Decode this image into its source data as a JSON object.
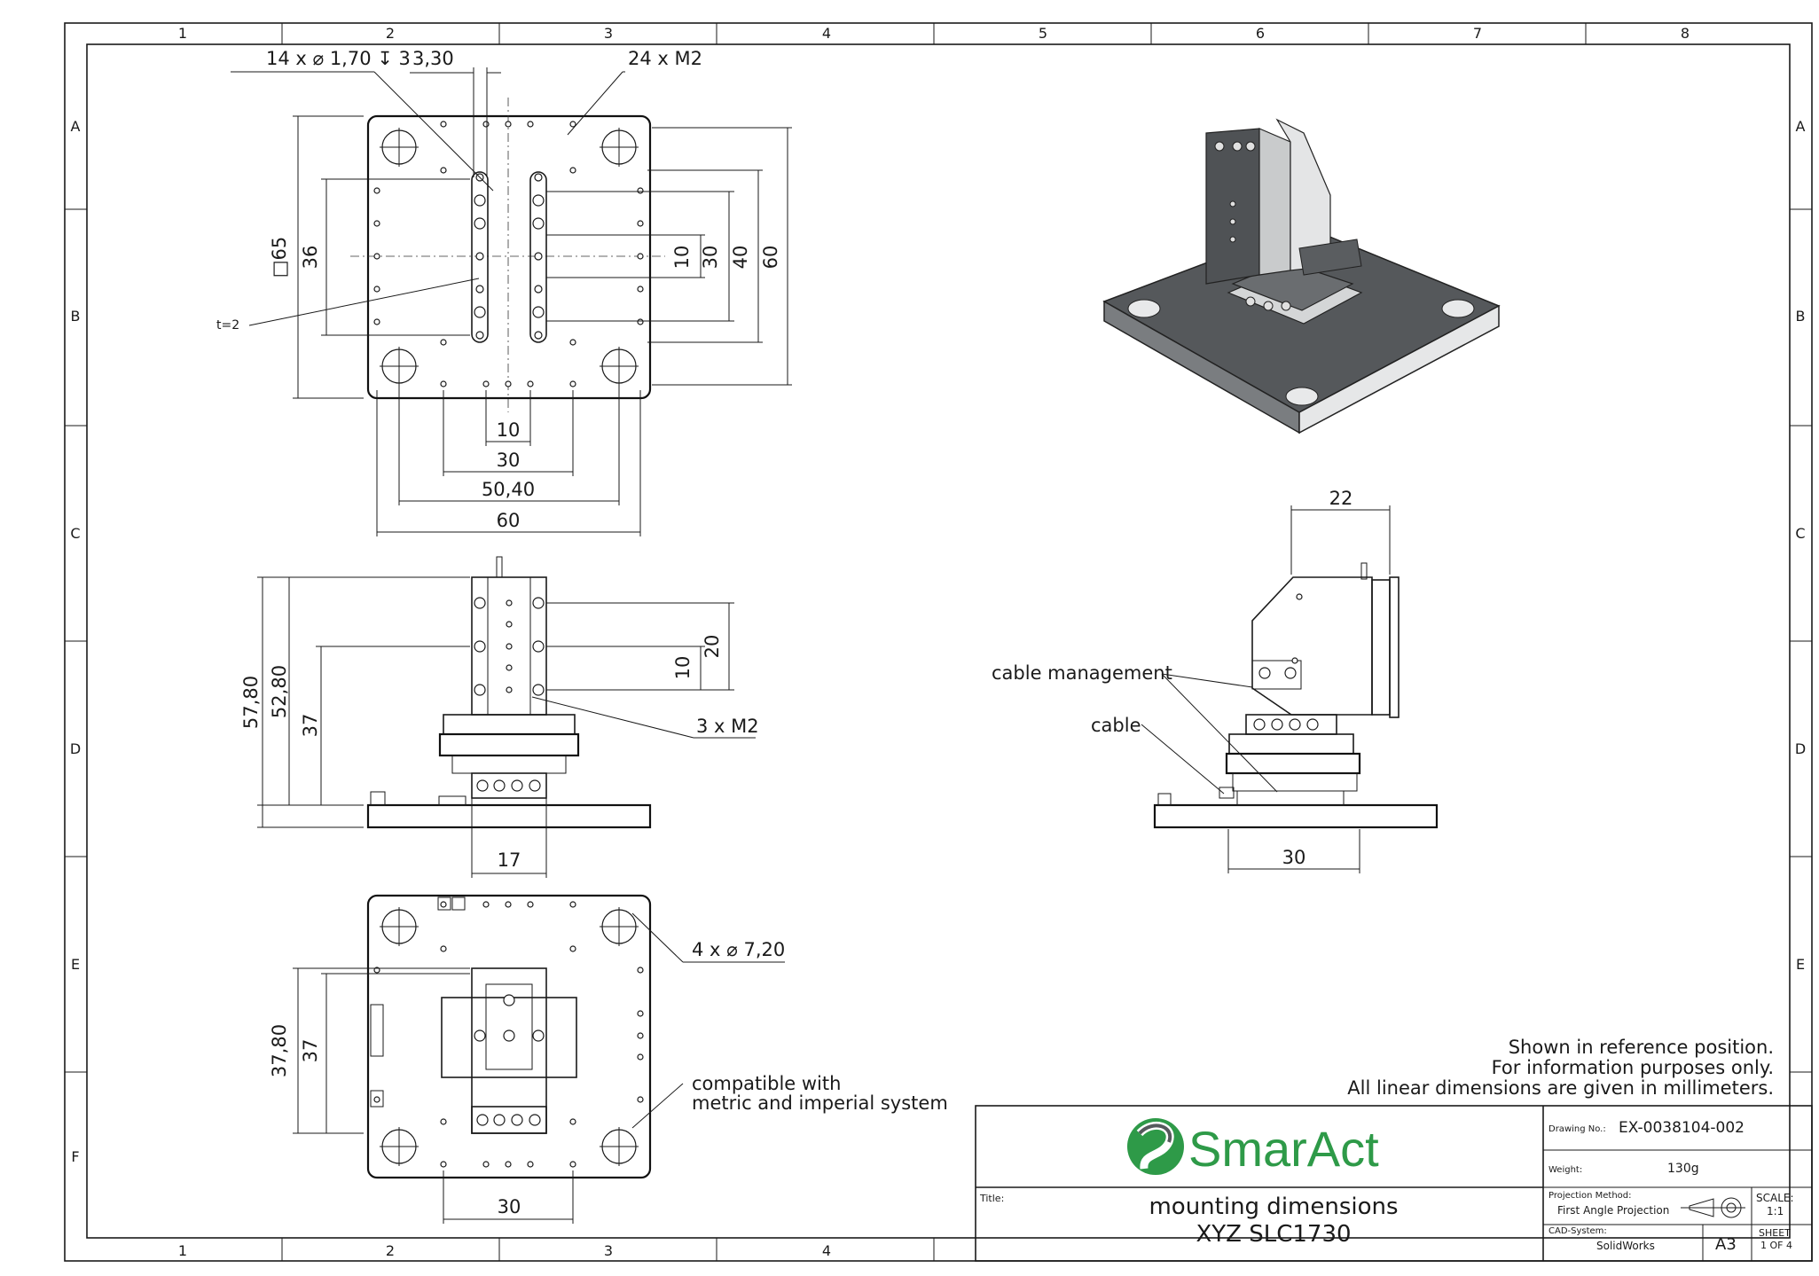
{
  "frame": {
    "columns": [
      "1",
      "2",
      "3",
      "4",
      "5",
      "6",
      "7",
      "8"
    ],
    "rows": [
      "A",
      "B",
      "C",
      "D",
      "E",
      "F"
    ]
  },
  "top_view": {
    "hole_callout": "14 x ⌀ 1,70 ↧ 3",
    "thread_callout": "24 x M2",
    "dim_3_30": "3,30",
    "dim_side_65": "□65",
    "dim_36": "36",
    "dim_10_v": "10",
    "dim_30_v": "30",
    "dim_40_v": "40",
    "dim_60_v": "60",
    "thickness_callout": "t=2",
    "dim_10_h": "10",
    "dim_30_h": "30",
    "dim_50_40": "50,40",
    "dim_60_h": "60"
  },
  "front_view": {
    "dim_57_80": "57,80",
    "dim_52_80": "52,80",
    "dim_37": "37",
    "dim_20": "20",
    "dim_10": "10",
    "thread_callout": "3 x M2",
    "dim_17": "17"
  },
  "side_view": {
    "dim_22": "22",
    "label_cable_management": "cable management",
    "label_cable": "cable",
    "dim_30": "30"
  },
  "bottom_view": {
    "hole_callout": "4 x ⌀ 7,20",
    "dim_37_80": "37,80",
    "dim_37": "37",
    "compat_line1": "compatible with",
    "compat_line2": "metric and imperial system",
    "dim_30": "30"
  },
  "notes": {
    "line1": "Shown in reference position.",
    "line2": "For information purposes only.",
    "line3": "All linear dimensions are given in millimeters."
  },
  "title_block": {
    "logo_text": "SmarAct",
    "title_label": "Title:",
    "title_line1": "mounting dimensions",
    "title_line2": "XYZ SLC1730",
    "drawing_no_label": "Drawing No.:",
    "drawing_no": "EX-0038104-002",
    "weight_label": "Weight:",
    "weight": "130g",
    "projection_label": "Projection Method:",
    "projection": "First Angle Projection",
    "scale_label": "SCALE:",
    "scale": "1:1",
    "cad_label": "CAD-System:",
    "cad": "SolidWorks",
    "format": "A3",
    "sheet_label": "SHEET",
    "sheet": "1 OF 4"
  },
  "colors": {
    "line": "#1a1a1a",
    "logo_green": "#2e9a48",
    "logo_grey": "#55595c",
    "part_dark": "#4a4d50",
    "part_light": "#d9dbdc"
  }
}
